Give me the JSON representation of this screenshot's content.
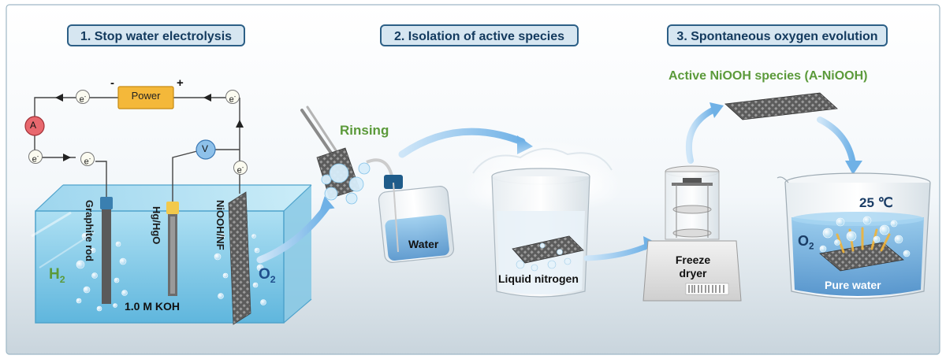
{
  "steps": [
    {
      "label": "1. Stop water electrolysis"
    },
    {
      "label": "2. Isolation of active species"
    },
    {
      "label": "3. Spontaneous oxygen evolution"
    }
  ],
  "cell": {
    "power_label": "Power",
    "minus_sign": "-",
    "plus_sign": "+",
    "ammeter": "A",
    "voltmeter": "V",
    "electron": "e",
    "electron_sup": "-",
    "graphite_label": "Graphite rod",
    "reference_label": "Hg/HgO",
    "working_label": "NiOOH/NF",
    "h2": "H",
    "h2_sub": "2",
    "o2": "O",
    "o2_sub": "2",
    "electrolyte": "1.0 M KOH"
  },
  "isolation": {
    "rinsing": "Rinsing",
    "water": "Water",
    "liquid_nitrogen": "Liquid nitrogen"
  },
  "evolution": {
    "active_species": "Active NiOOH species (A-NiOOH)",
    "freeze_dryer_line1": "Freeze",
    "freeze_dryer_line2": "dryer",
    "temperature": "25 ℃",
    "o2": "O",
    "o2_sub": "2",
    "pure_water": "Pure water"
  },
  "colors": {
    "step_bg": "#d6e6f1",
    "step_border": "#2c5f86",
    "accent_green": "#5b9a3a",
    "o2_blue": "#1f4e8c",
    "power_box": "#f4b83a",
    "arrow_blue": "#8fc3ec"
  }
}
